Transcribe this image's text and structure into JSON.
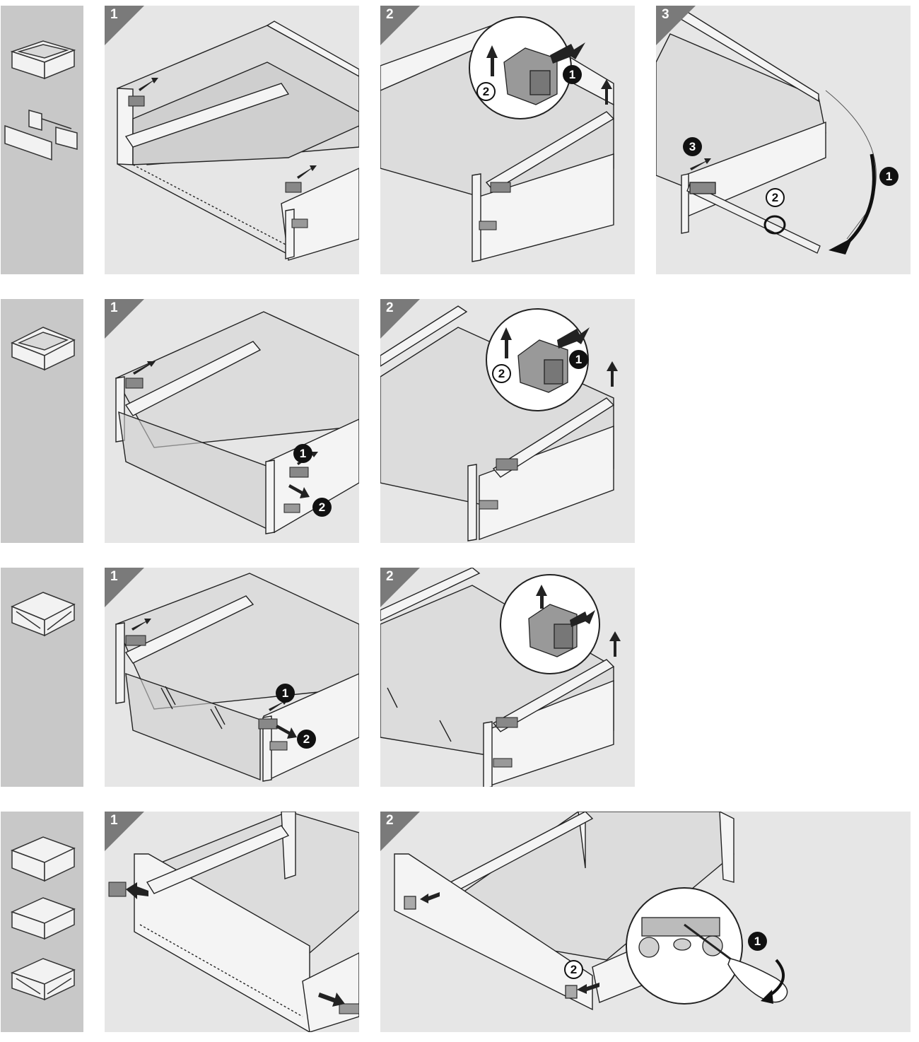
{
  "colors": {
    "sidebar": "#c8c8c8",
    "panel": "#e6e6e6",
    "tab": "#7a7a7a",
    "ink": "#222222",
    "badge": "#111111"
  },
  "rows": [
    {
      "steps": [
        {
          "number": "1",
          "callouts": []
        },
        {
          "number": "2",
          "callouts": [
            "1",
            "2"
          ]
        },
        {
          "number": "3",
          "callouts": [
            "1",
            "2",
            "3"
          ]
        }
      ]
    },
    {
      "steps": [
        {
          "number": "1",
          "callouts": [
            "1",
            "2"
          ]
        },
        {
          "number": "2",
          "callouts": [
            "1",
            "2"
          ]
        }
      ]
    },
    {
      "steps": [
        {
          "number": "1",
          "callouts": [
            "1",
            "2"
          ]
        },
        {
          "number": "2",
          "callouts": []
        }
      ]
    },
    {
      "steps": [
        {
          "number": "1",
          "callouts": []
        },
        {
          "number": "2",
          "callouts": [
            "1",
            "2"
          ]
        }
      ]
    }
  ]
}
